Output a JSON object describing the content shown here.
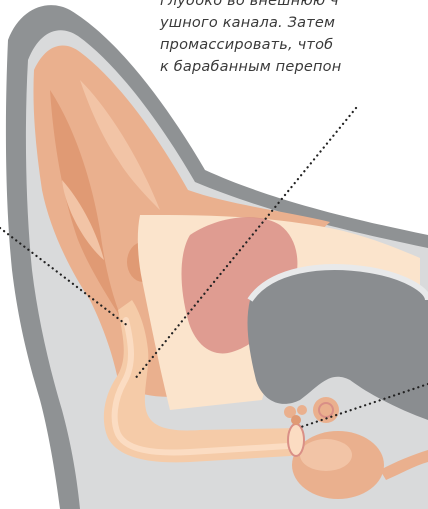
{
  "caption": {
    "lines": [
      "глубоко во внешнюю ч",
      "ушного канала. Затем",
      "промассировать, чтоб",
      "к барабанным перепон"
    ]
  },
  "colors": {
    "head_outline": "#8f9294",
    "head_light": "#d9dadb",
    "ear_skin": "#eab08e",
    "ear_skin_light": "#f2c4a6",
    "ear_fold": "#e09a74",
    "canal": "#f5cba8",
    "canal_inner": "#fbdcc2",
    "tissue_cream": "#fbe4cc",
    "muscle": "#d98f86",
    "bulla_cavity": "#8a8d90",
    "leader_dots": "#222222"
  }
}
